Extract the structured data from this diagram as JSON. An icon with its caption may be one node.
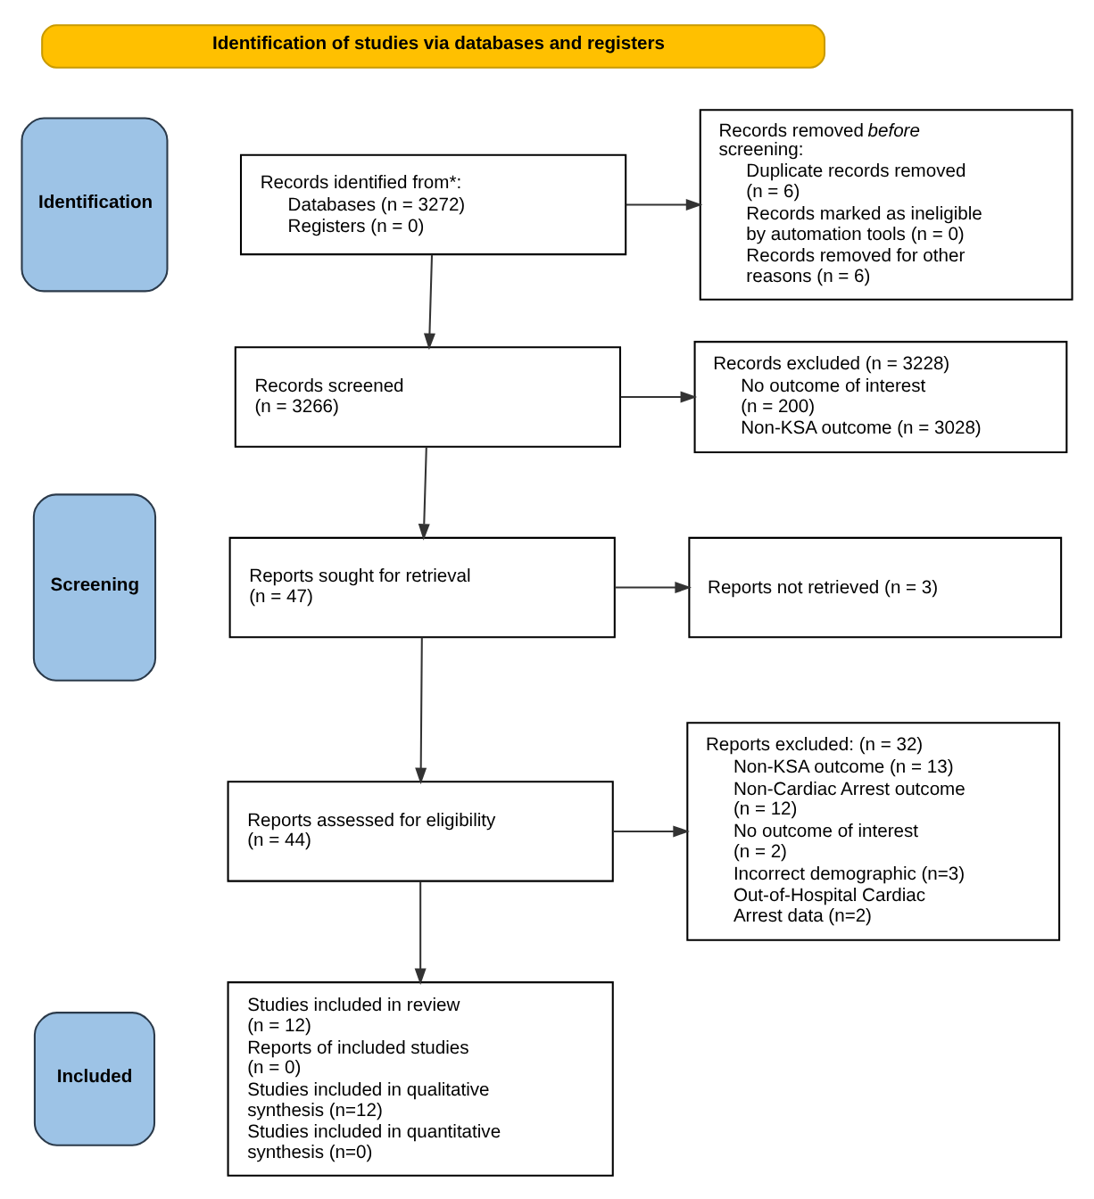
{
  "diagram": {
    "nodes": [
      {
        "text": [
          "Identification of studies via databases and registers"
        ]
      },
      {
        "text": [
          "Identification"
        ]
      },
      {
        "text": [
          "Records identified from*:",
          "Databases (n = 3272)",
          "Registers (n = 0)"
        ]
      },
      {
        "text": [
          "Records removed *before* screening:",
          "Duplicate records removed (n = 6)",
          "Records marked as ineligible by automation tools (n = 0)",
          "Records removed for other reasons (n = 6)"
        ]
      },
      {
        "text": [
          "Screening"
        ]
      },
      {
        "text": [
          "Records screened (n = 3266)"
        ]
      },
      {
        "text": [
          "Records excluded (n = 3228)",
          "No outcome of interest (n = 200)",
          "Non-KSA outcome (n = 3028)"
        ]
      },
      {
        "text": [
          "Reports sought for retrieval (n = 47)"
        ]
      },
      {
        "text": [
          "Reports not retrieved (n = 3)"
        ]
      },
      {
        "text": [
          "Reports assessed for eligibility (n = 44)"
        ]
      },
      {
        "text": [
          "Reports excluded: (n = 32)",
          "Non-KSA outcome (n = 13)",
          "Non-Cardiac Arrest outcome (n = 12)",
          "No outcome of interest (n = 2)",
          "Incorrect demographic (n=3)",
          "Out-of-Hospital Cardiac Arrest data (n=2)"
        ]
      },
      {
        "text": [
          "Included"
        ]
      },
      {
        "text": [
          "Studies included in review (n = 12)",
          "Reports of included studies (n = 0)",
          "Studies included in qualitative synthesis (n=12)",
          "Studies included in quantitative synthesis (n=0)"
        ]
      }
    ],
    "edges": [
      {
        "from": 2,
        "to": 3,
        "arrow": "to"
      },
      {
        "from": 2,
        "to": 5,
        "arrow": "to"
      },
      {
        "from": 5,
        "to": 6,
        "arrow": "to"
      },
      {
        "from": 5,
        "to": 7,
        "arrow": "to"
      },
      {
        "from": 7,
        "to": 8,
        "arrow": "to"
      },
      {
        "from": 7,
        "to": 9,
        "arrow": "to"
      },
      {
        "from": 9,
        "to": 10,
        "arrow": "to"
      },
      {
        "from": 9,
        "to": 12,
        "arrow": "to"
      }
    ]
  }
}
